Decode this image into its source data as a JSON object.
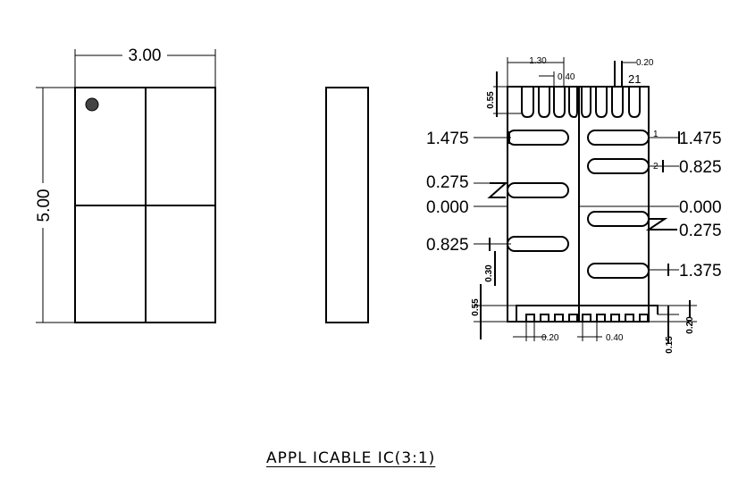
{
  "top_view": {
    "width_label": "3.00",
    "height_label": "5.00"
  },
  "footprint": {
    "pitch_top_left": "1.30",
    "pad_width_top": "0.40",
    "pad_width_top_right": "0.20",
    "pin_count_label": "21",
    "pad_height_top": "0.55",
    "pin1_label": "1",
    "pin2_label": "2",
    "left_dims": [
      "1.475",
      "0.275",
      "0.000",
      "0.825"
    ],
    "right_dims": [
      "1.475",
      "0.825",
      "0.000",
      "0.275",
      "1.375"
    ],
    "slot_height": "0.30",
    "pad_height_bottom": "0.55",
    "pad_width_bottom_left": "0.20",
    "pad_width_bottom_mid": "0.40",
    "dim_bottom_right_a": "0.15",
    "dim_bottom_right_b": "0.20"
  },
  "caption": "APPL ICABLE IC(3:1)"
}
